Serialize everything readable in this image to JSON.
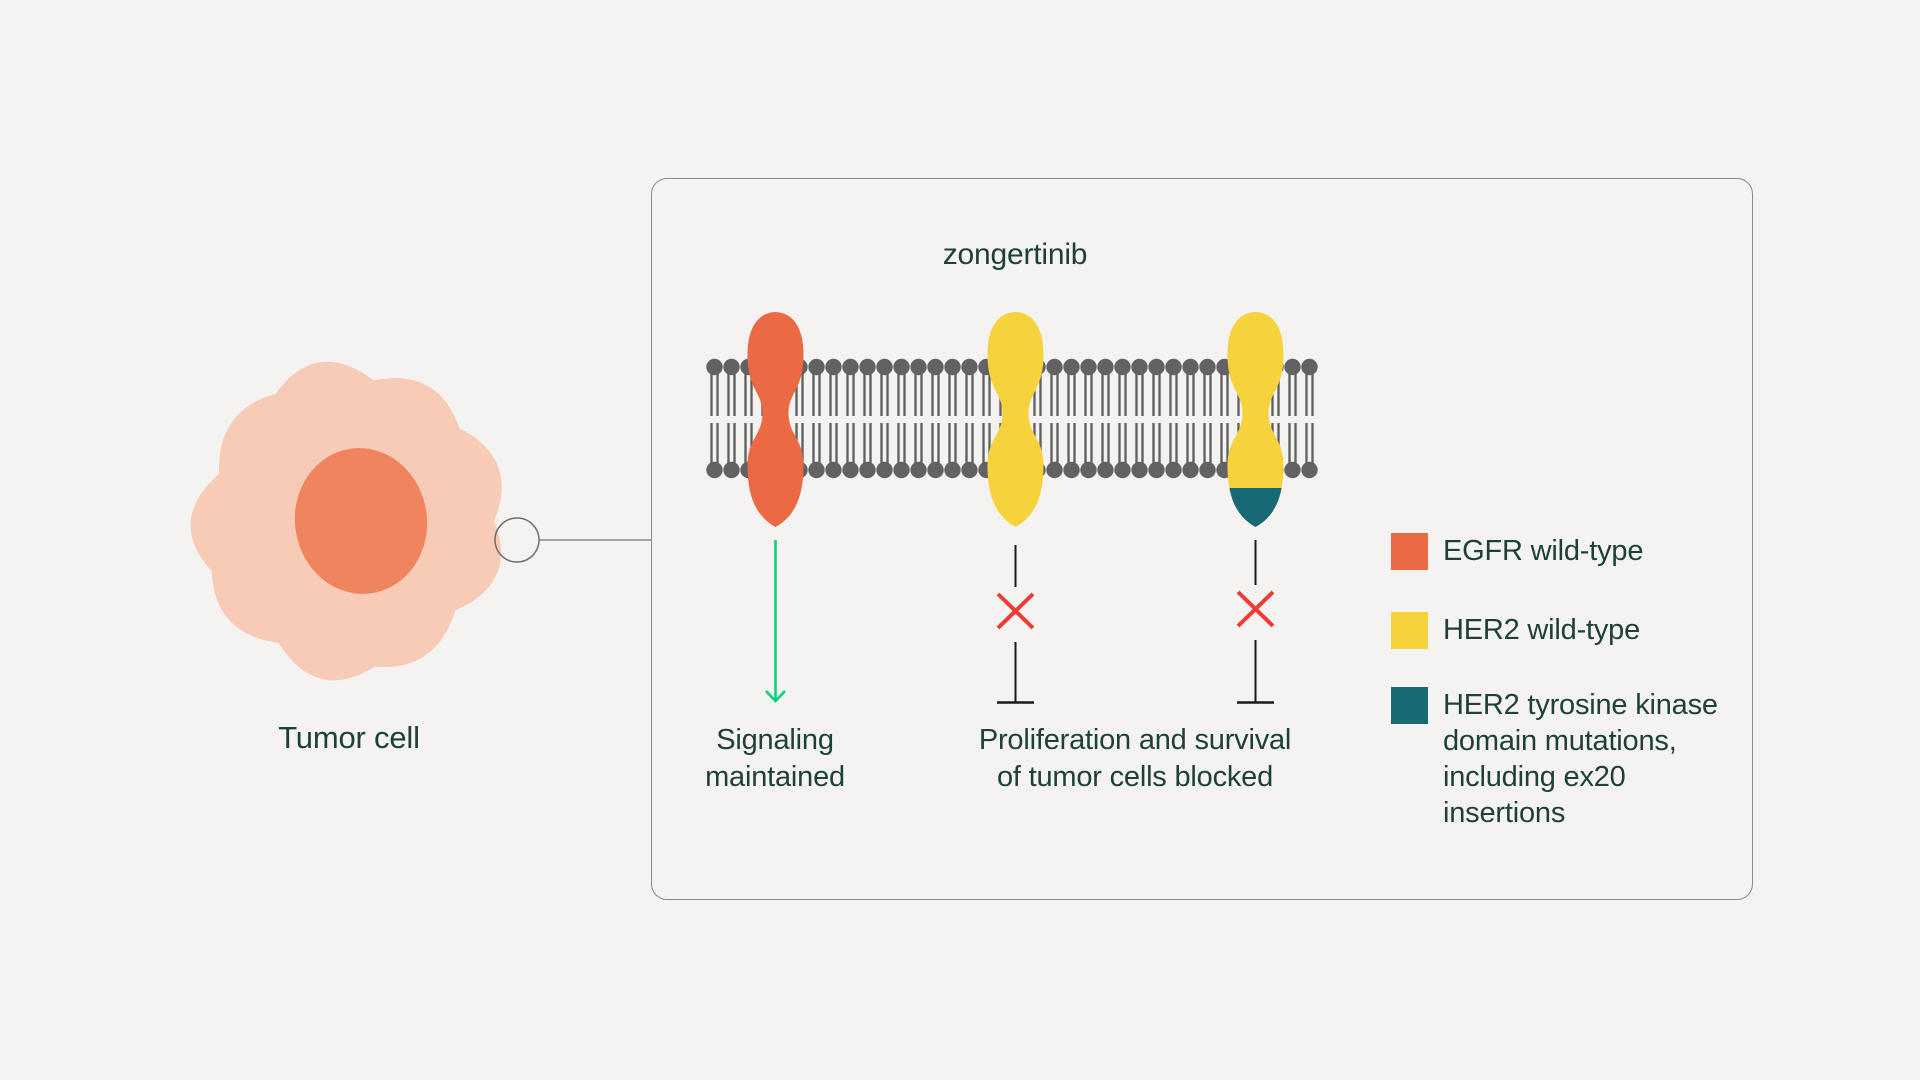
{
  "colors": {
    "background": "#F4F3F1",
    "orange": "#EC6A43",
    "yellow": "#F6D33C",
    "teal": "#176A75",
    "red": "#EE3B35",
    "green": "#00D17C",
    "membrane_gray": "#626262",
    "line_black": "#1A1A1A",
    "connector_gray": "#707070",
    "cell_body": "#F7CBB6",
    "cell_nucleus": "#F0845F",
    "text_dark_green": "#1D4138",
    "panel_border": "#8D8B89"
  },
  "tumor_cell": {
    "label": "Tumor cell"
  },
  "panel": {
    "title": "zongertinib",
    "caption_signaling": {
      "line1": "Signaling",
      "line2": "maintained"
    },
    "caption_blocked": {
      "line1": "Proliferation and survival",
      "line2": "of tumor cells blocked"
    },
    "legend": {
      "items": [
        {
          "label": "EGFR wild-type",
          "color": "#EC6A43"
        },
        {
          "label": "HER2 wild-type",
          "color": "#F6D33C"
        },
        {
          "label": "HER2 tyrosine kinase domain mutations, including ex20 insertions",
          "color": "#176A75"
        }
      ]
    }
  }
}
